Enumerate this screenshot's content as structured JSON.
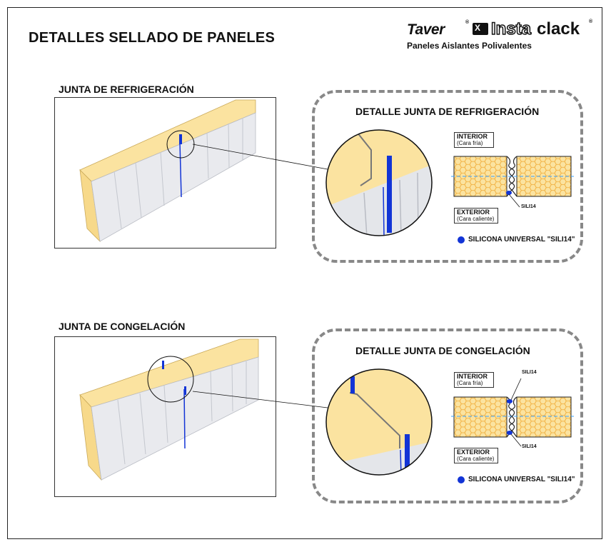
{
  "title": "DETALLES SELLADO DE PANELES",
  "brand": {
    "taver": "Taver",
    "trademark": "®",
    "icon_text": "X",
    "insta": "Insta",
    "clack": "clack",
    "subtitle": "Paneles Aislantes Polivalentes",
    "icon_name": "instaclack-logo-icon"
  },
  "refrigeracion": {
    "section_label": "JUNTA DE REFRIGERACIÓN",
    "detail_title": "DETALLE JUNTA DE REFRIGERACIÓN",
    "interior_label": "INTERIOR",
    "interior_sub": "(Cara fría)",
    "exterior_label": "EXTERIOR",
    "exterior_sub": "(Cara caliente)",
    "sili_bottom": "SILI14",
    "legend": "SILICONA UNIVERSAL \"SILI14\""
  },
  "congelacion": {
    "section_label": "JUNTA DE CONGELACIÓN",
    "detail_title": "DETALLE JUNTA DE CONGELACIÓN",
    "interior_label": "INTERIOR",
    "interior_sub": "(Cara fría)",
    "exterior_label": "EXTERIOR",
    "exterior_sub": "(Cara caliente)",
    "sili_top": "SILI14",
    "sili_bottom": "SILI14",
    "legend": "SILICONA UNIVERSAL \"SILI14\""
  },
  "colors": {
    "foam": "#fbe3a0",
    "sealant": "#1234d6",
    "panel_face": "#e9eaee",
    "dash": "#888888"
  }
}
